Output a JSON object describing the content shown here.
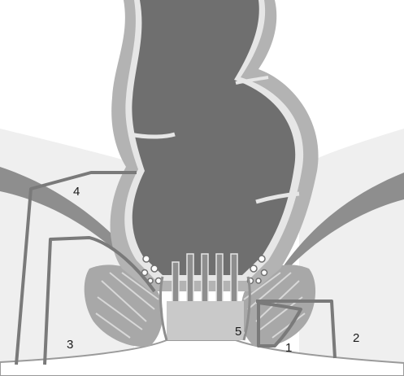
{
  "labels": {
    "l1": "1",
    "l2": "2",
    "l3": "3",
    "l4": "4",
    "l5": "5"
  },
  "colors": {
    "lumen": "#6f6f6f",
    "wall": "#b3b3b3",
    "mucosa_edge": "#e6e6e6",
    "muscle_band": "#8e8e8e",
    "sphincter": "#a8a8a8",
    "canal": "#c9c9c9",
    "fat": "#f0f0f0",
    "fistula": "#7a7a7a",
    "skin": "#ffffff"
  }
}
